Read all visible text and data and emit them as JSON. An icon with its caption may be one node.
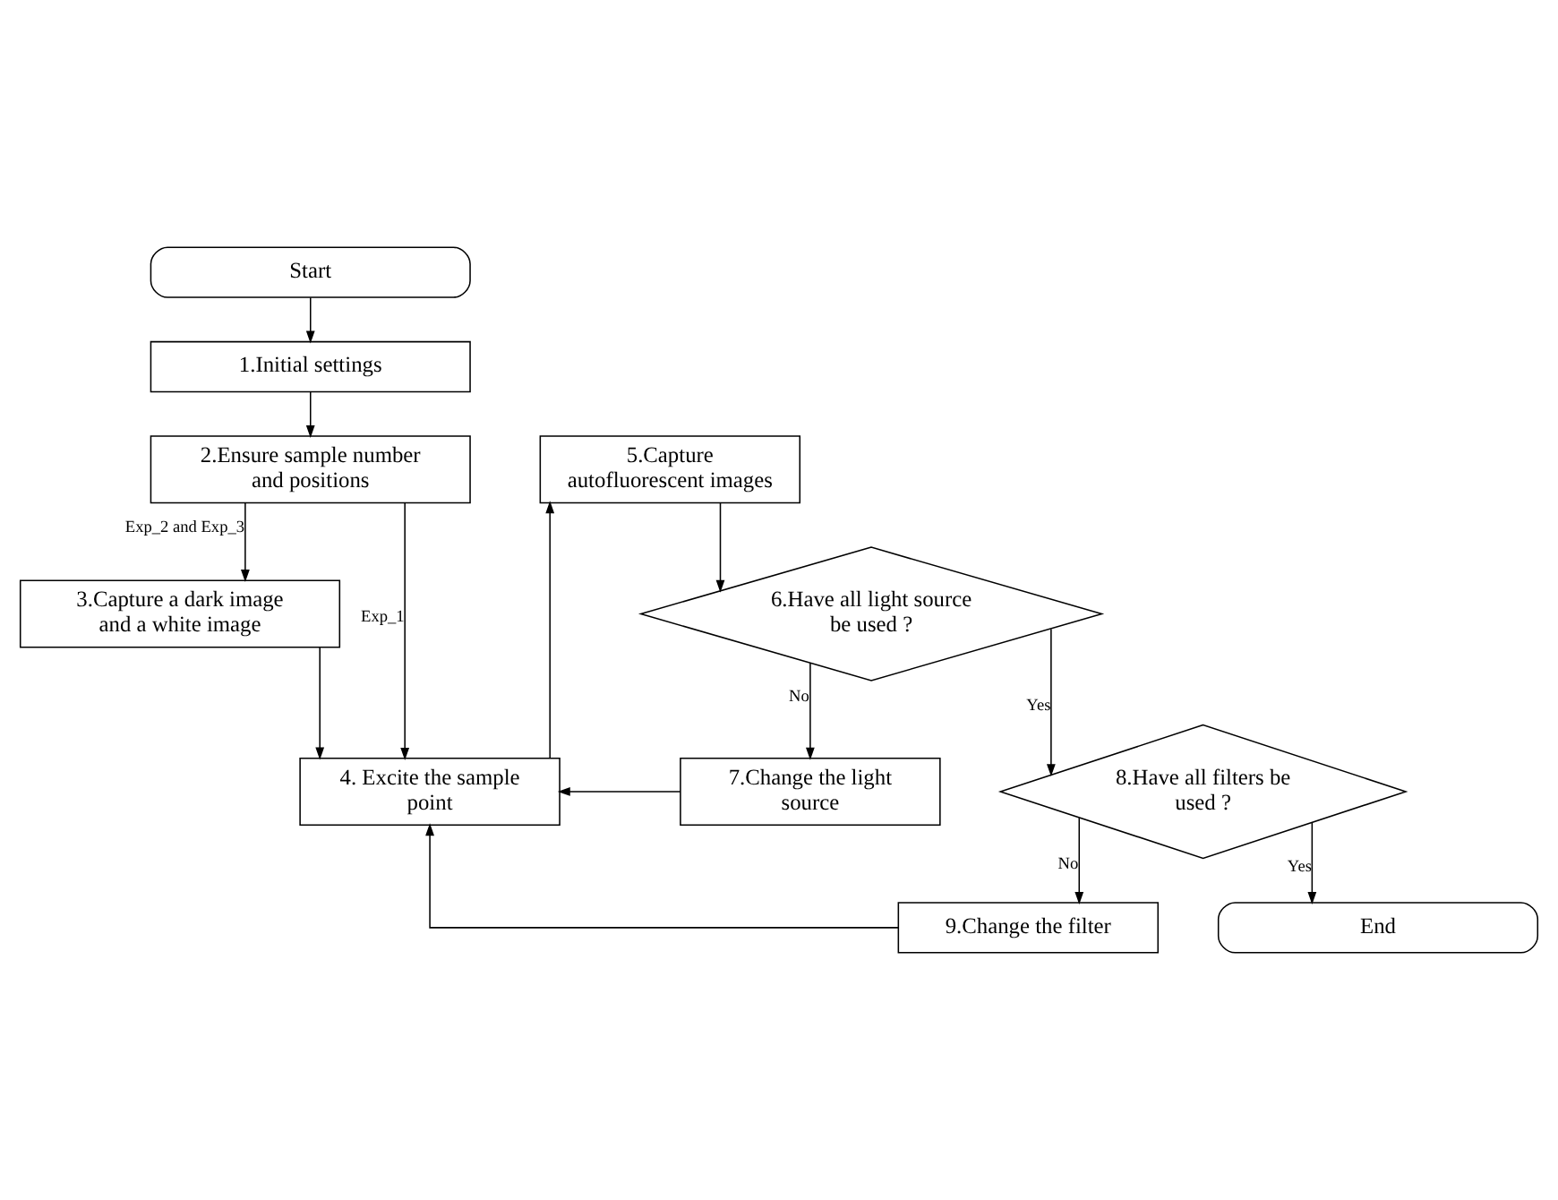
{
  "diagram": {
    "nodes": [
      {
        "text": [
          "Start"
        ]
      },
      {
        "text": [
          "1.Initial settings"
        ]
      },
      {
        "text": [
          "2.Ensure sample number and positions"
        ]
      },
      {
        "text": [
          "3.Capture a dark image and a white image"
        ]
      },
      {
        "text": [
          "4. Excite the sample point"
        ]
      },
      {
        "text": [
          "5.Capture autofluorescent images"
        ]
      },
      {
        "text": [
          "6.Have all light source be used ?"
        ]
      },
      {
        "text": [
          "7.Change the light source"
        ]
      },
      {
        "text": [
          "8.Have all filters be used ?"
        ]
      },
      {
        "text": [
          "9.Change the filter"
        ]
      },
      {
        "text": [
          "End"
        ]
      }
    ],
    "edges": [
      {
        "from": 0,
        "to": 1,
        "arrow": "to"
      },
      {
        "from": 1,
        "to": 2,
        "arrow": "to"
      },
      {
        "from": 2,
        "to": 4,
        "arrow": "to",
        "label": "Exp_1"
      },
      {
        "from": 2,
        "to": 3,
        "arrow": "to",
        "label": "Exp_2 and Exp_3"
      },
      {
        "from": 3,
        "to": 4,
        "arrow": "to"
      },
      {
        "from": 4,
        "to": 5,
        "arrow": "to"
      },
      {
        "from": 5,
        "to": 6,
        "arrow": "to"
      },
      {
        "from": 6,
        "to": 8,
        "arrow": "to",
        "label": "Yes"
      },
      {
        "from": 6,
        "to": 7,
        "arrow": "to",
        "label": "No"
      },
      {
        "from": 7,
        "to": 4,
        "arrow": "to"
      },
      {
        "from": 8,
        "to": 10,
        "arrow": "to",
        "label": "Yes"
      },
      {
        "from": 8,
        "to": 9,
        "arrow": "to",
        "label": "No"
      },
      {
        "from": 9,
        "to": 4,
        "arrow": "to"
      }
    ]
  }
}
